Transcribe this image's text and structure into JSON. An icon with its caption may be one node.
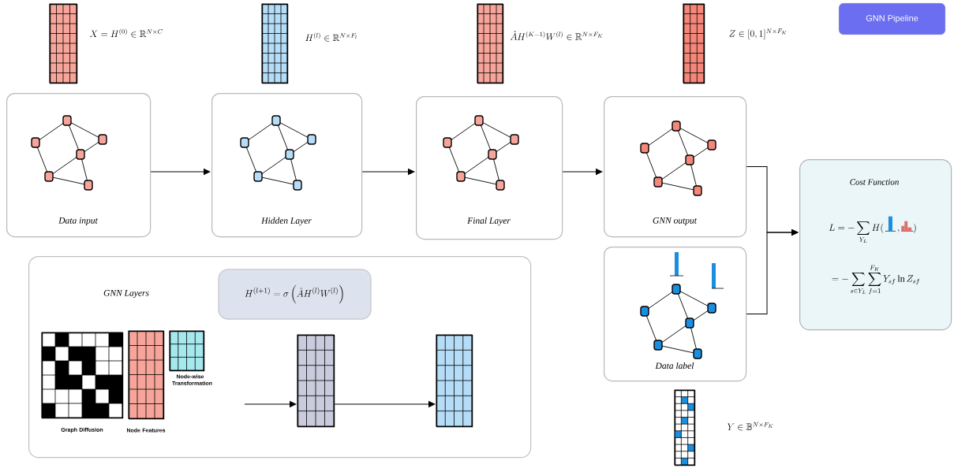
{
  "diagram": {
    "nodes": [
      {
        "text": [
          "Data input"
        ]
      },
      {
        "text": [
          "Hidden Layer"
        ]
      },
      {
        "text": [
          "Final Layer"
        ]
      },
      {
        "text": [
          "GNN output"
        ]
      },
      {
        "text": [
          "Data label"
        ]
      },
      {
        "text": [
          "Cost Function",
          "L = -\\sum_{Y_L} H(",
          ",",
          ")",
          "= -\\sum_{s\\in Y_L}\\sum_{f=1}^{F_K} Y_{sf} \\ln Z_{sf}"
        ]
      },
      {
        "text": [
          "GNN Layers"
        ]
      },
      {
        "text": [
          "H^{(l+1)} = \\sigma\\left(\\hat{A}H^{(l)}W^{(l)}\\right)"
        ],
        "in": 6
      },
      {
        "text": [],
        "shape": "grid",
        "beside": [
          "Graph Diffusion"
        ],
        "in": 6
      },
      {
        "text": [],
        "shape": "grid",
        "beside": [
          "Node Features"
        ],
        "in": 6
      },
      {
        "text": [],
        "shape": "grid",
        "beside": [
          "Node-wise Transformation"
        ],
        "in": 6
      },
      {
        "text": [],
        "shape": "grid",
        "in": 6
      },
      {
        "text": [],
        "shape": "grid",
        "in": 6
      },
      {
        "text": [],
        "shape": "grid",
        "beside": [
          "X = H^{(0)} \\in \\mathbb{R}^{N\\times C}"
        ]
      },
      {
        "text": [],
        "shape": "grid",
        "beside": [
          "H^{(l)} \\in \\mathbb{R}^{N\\times F_l}"
        ]
      },
      {
        "text": [],
        "shape": "grid",
        "beside": [
          "\\hat{A}H^{(K-1)}W^{(l)} \\in \\mathbb{R}^{N\\times F_K}"
        ]
      },
      {
        "text": [],
        "shape": "grid",
        "beside": [
          "Z \\in [0,1]^{N\\times F_K}"
        ]
      },
      {
        "text": [],
        "shape": "grid"
      },
      {
        "text": [
          "GNN Pipeline"
        ]
      }
    ],
    "edges": [
      {
        "from": 0,
        "to": 1,
        "arrow": "to"
      },
      {
        "from": 1,
        "to": 2,
        "arrow": "to"
      },
      {
        "from": 2,
        "to": 3,
        "arrow": "to"
      },
      {
        "from": 3,
        "to": 5,
        "arrow": "to"
      },
      {
        "from": 4,
        "to": 5,
        "arrow": "to"
      },
      {
        "from": null,
        "to": 11,
        "arrow": "to"
      },
      {
        "from": 11,
        "to": 12,
        "arrow": "to"
      }
    ],
    "labels": [
      "Y \\in \\mathbb{B}^{N\\times F_K}"
    ]
  }
}
